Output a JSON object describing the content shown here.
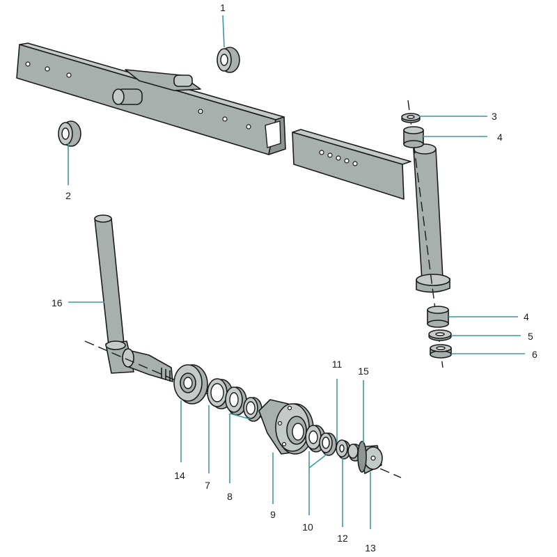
{
  "callouts": {
    "p1": "1",
    "p2": "2",
    "p3": "3",
    "p4a": "4",
    "p4b": "4",
    "p5": "5",
    "p6": "6",
    "p7": "7",
    "p8": "8",
    "p9": "9",
    "p10": "10",
    "p11": "11",
    "p12": "12",
    "p13": "13",
    "p14": "14",
    "p15": "15",
    "p16": "16"
  },
  "colors": {
    "metal": "#a7b0ac",
    "metal_light": "#c3cac7",
    "leader": "#3a9aa3",
    "outline": "#1a1a1a"
  }
}
